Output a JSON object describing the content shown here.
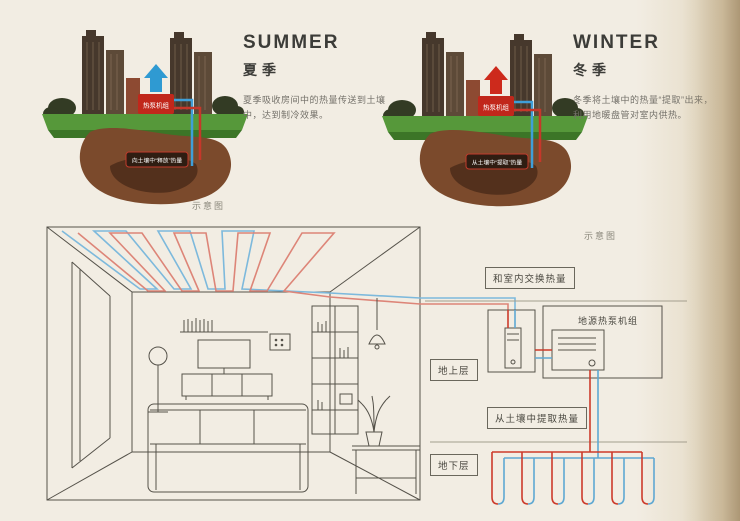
{
  "illustrations": {
    "summer": {
      "title": "SUMMER",
      "subtitle": "夏季",
      "desc_line1": "夏季吸收房间中的热量传送到土壤",
      "desc_line2": "中，达到制冷效果。",
      "pump_label": "热泵机组",
      "soil_label": "向土壤中“释放”热量",
      "schematic_label": "示意图"
    },
    "winter": {
      "title": "WINTER",
      "subtitle": "冬季",
      "desc_line1": "冬季将土壤中的热量“提取”出来，",
      "desc_line2": "利用地暖盘管对室内供热。",
      "pump_label": "热泵机组",
      "soil_label": "从土壤中“提取”热量",
      "schematic_label": "示意图"
    }
  },
  "system_diagram": {
    "exchange_label": "和室内交换热量",
    "unit_label": "地源热泵机组",
    "above_ground_label": "地上层",
    "extract_label": "从土壤中提取热量",
    "below_ground_label": "地下层"
  },
  "colors": {
    "background": "#f2ede3",
    "pipe_red": "#cc3b2b",
    "pipe_blue": "#5fa8d2",
    "coil_red": "#dd8578",
    "coil_blue": "#7db9dc",
    "grass_green": "#56983a",
    "soil_brown": "#7b4a2c",
    "pump_red": "#c1271b",
    "line": "#55524a"
  }
}
